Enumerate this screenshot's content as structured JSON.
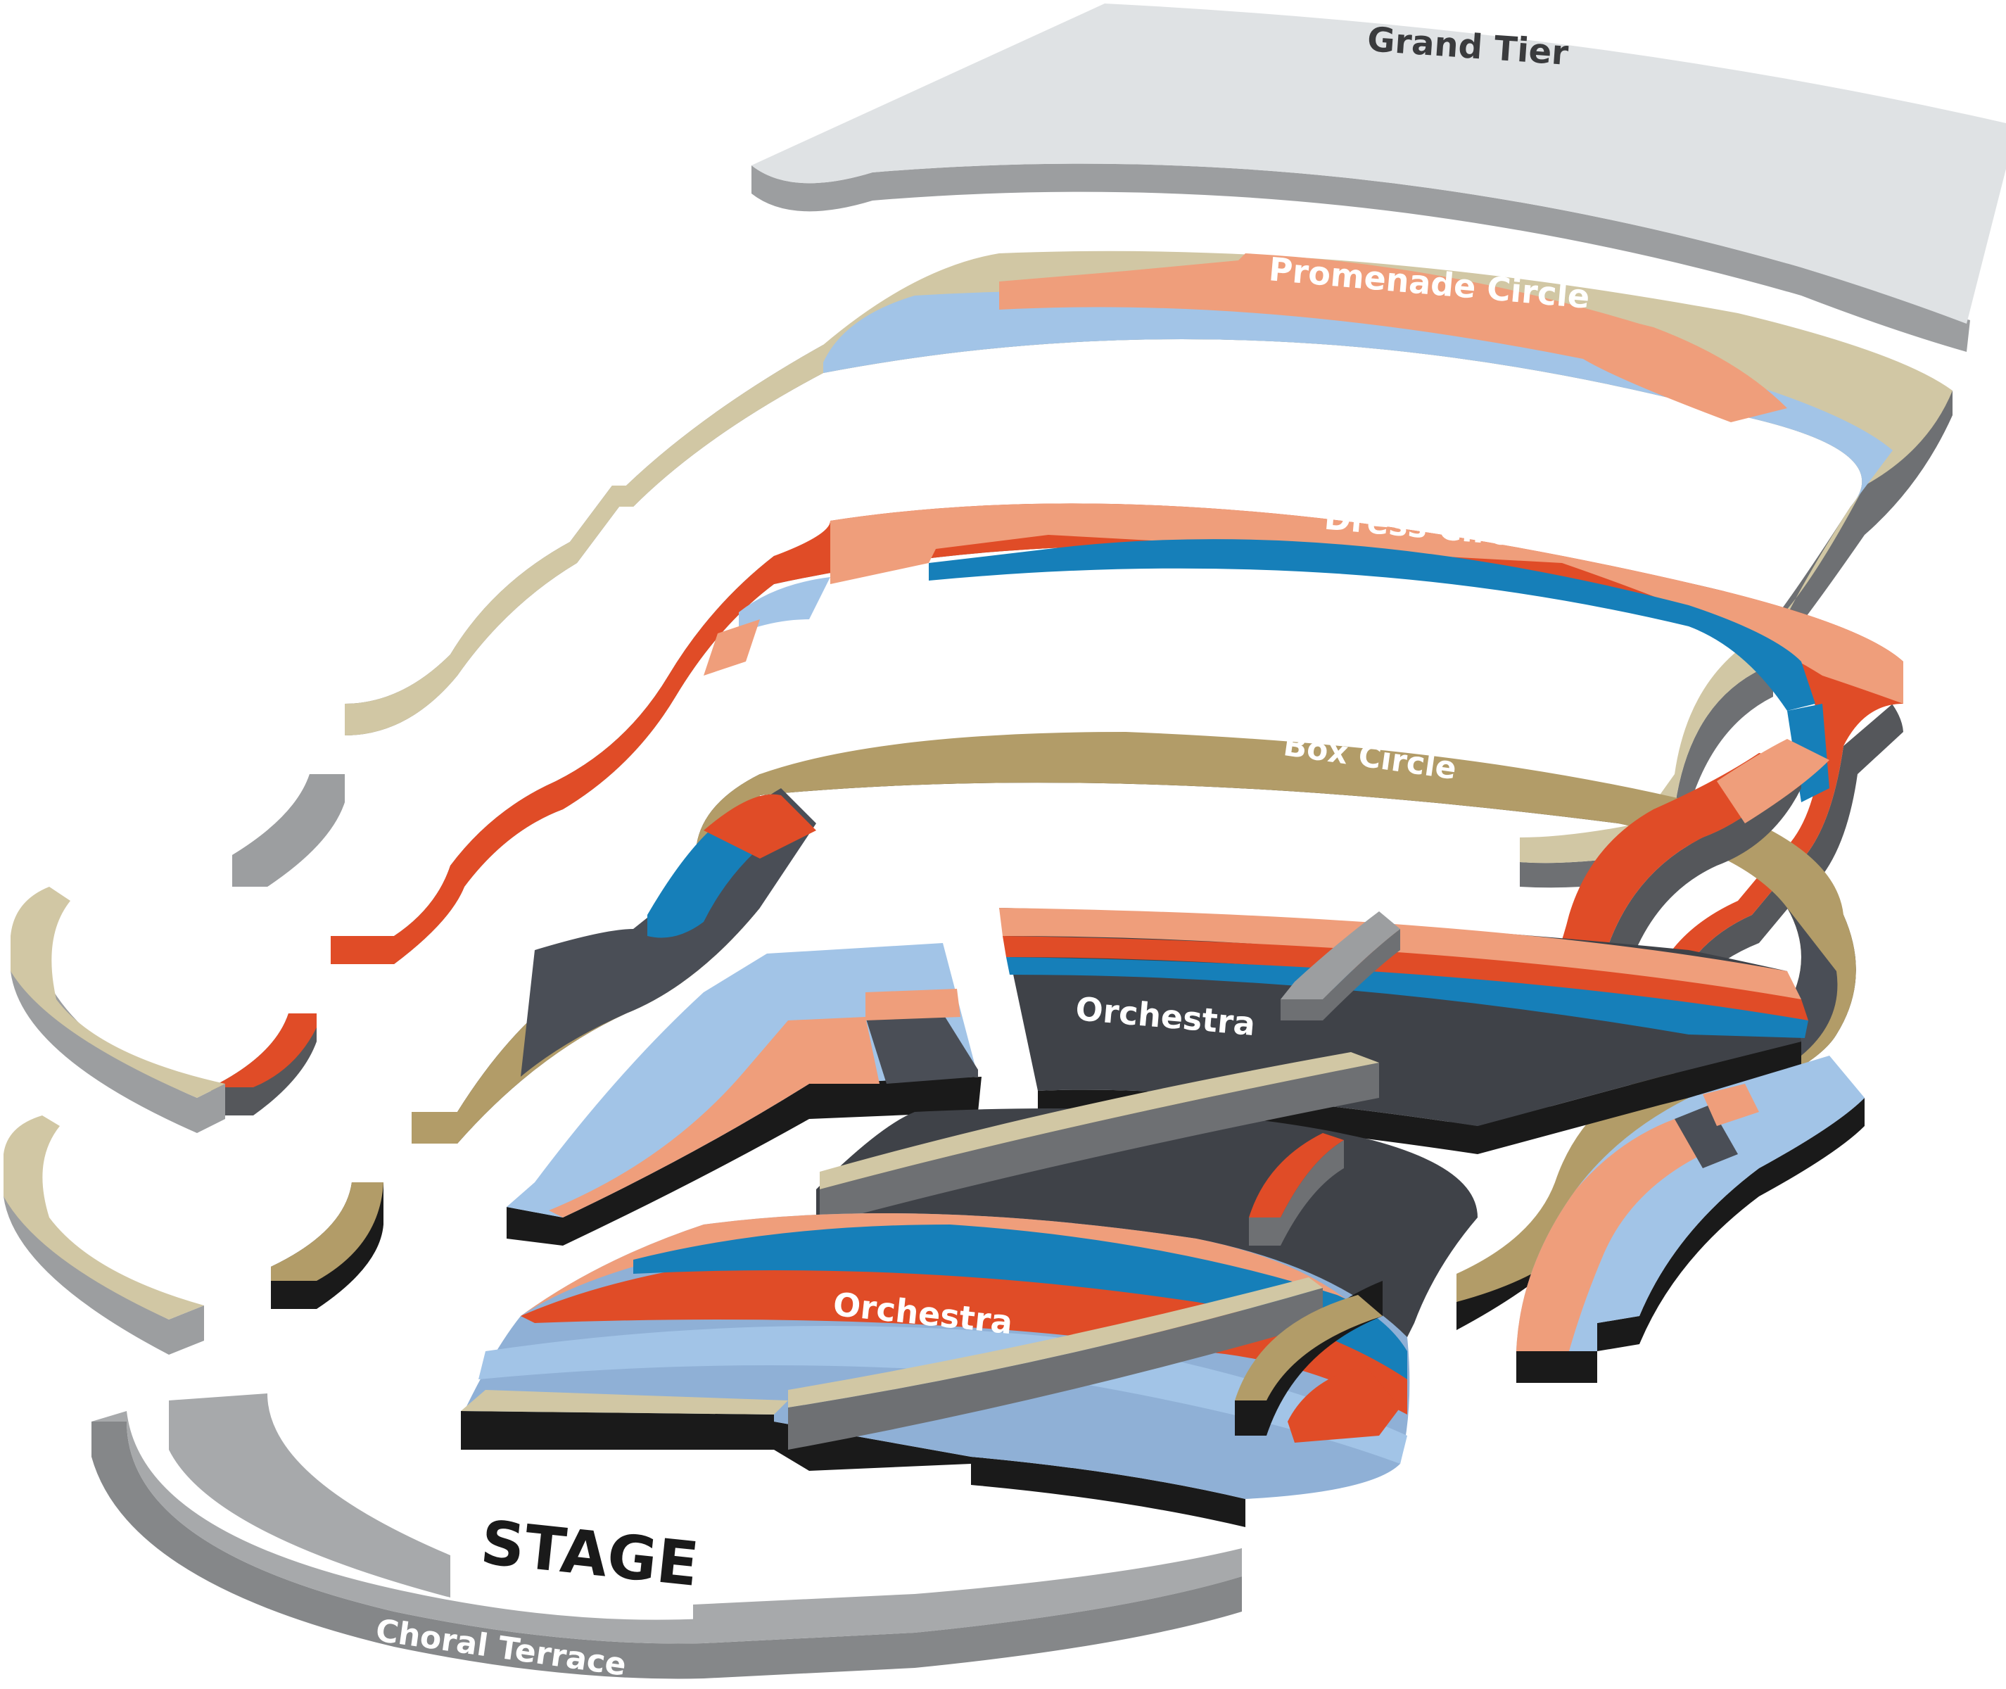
{
  "labels": {
    "grand_tier": "Grand Tier",
    "promenade_circle": "Promenade Circle",
    "dress_circle": "Dress Circle",
    "box_circle": "Box Circle",
    "orchestra_upper": "Orchestra",
    "orchestra_lower": "Orchestra",
    "stage": "STAGE",
    "choral_terrace": "Choral Terrace"
  },
  "colors": {
    "grey_light": "#dfe2e4",
    "grey_side": "#9c9ea0",
    "sand": "#d1c7a4",
    "sand_dark": "#b29c68",
    "salmon": "#ef9e7b",
    "red": "#e04c27",
    "blue": "#167fb9",
    "blue_light": "#a2c4e7",
    "blue_mid": "#8fb0d6",
    "charcoal": "#3f4248",
    "slate": "#4a4e56",
    "black": "#1a1a1a",
    "side_grey": "#6e7073"
  }
}
